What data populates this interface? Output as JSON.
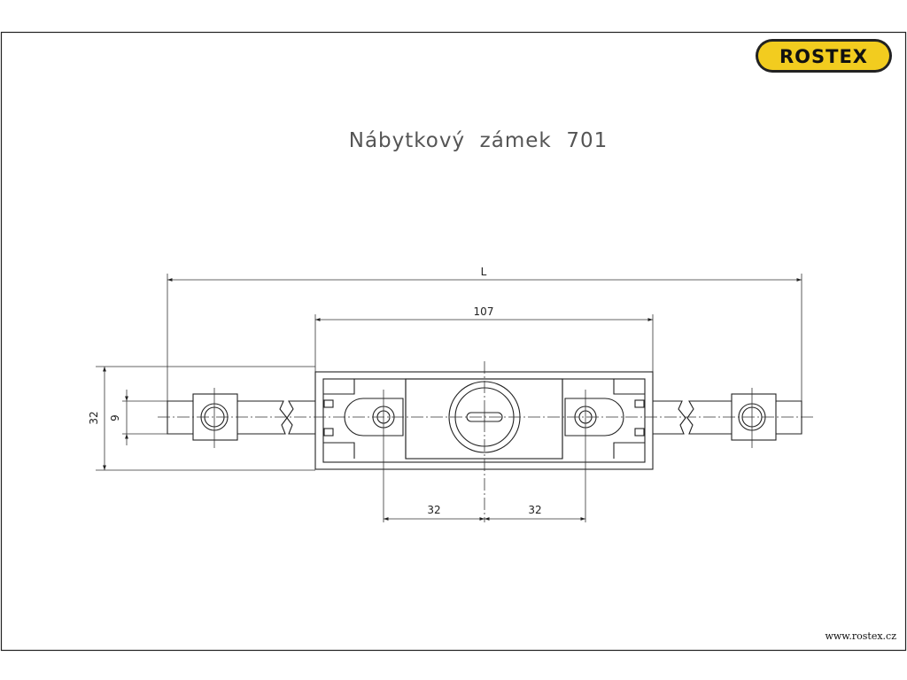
{
  "title": "Nábytkový  zámek  701",
  "brand": {
    "name": "ROSTEX",
    "colors": {
      "badge": "#f2cc1f",
      "outline": "#222222"
    }
  },
  "footer": {
    "url": "www.rostex.cz"
  },
  "dimensions": {
    "overall_length": "L",
    "body_width": "107",
    "height": "32",
    "rod": "9",
    "left_spacing": "32",
    "right_spacing": "32"
  }
}
